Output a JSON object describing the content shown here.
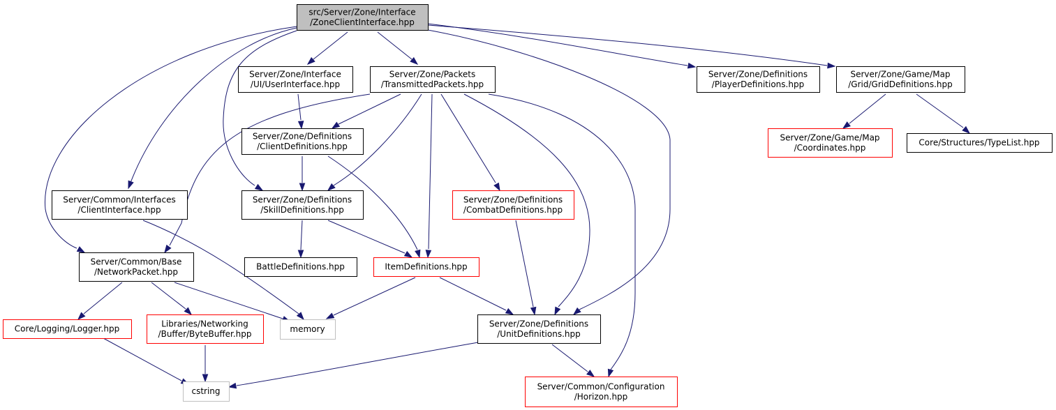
{
  "colors": {
    "edge": "#191970",
    "focus_fill": "#bfbfbf",
    "border_normal": "#000000",
    "border_truncated": "#ff0000",
    "border_system": "#bfbfbf"
  },
  "nodes": [
    {
      "id": "zci",
      "kind": "focus",
      "lines": [
        "src/Server/Zone/Interface",
        "/ZoneClientInterface.hpp"
      ]
    },
    {
      "id": "ui",
      "kind": "normal",
      "lines": [
        "Server/Zone/Interface",
        "/UI/UserInterface.hpp"
      ]
    },
    {
      "id": "tp",
      "kind": "normal",
      "lines": [
        "Server/Zone/Packets",
        "/TransmittedPackets.hpp"
      ]
    },
    {
      "id": "pd",
      "kind": "normal",
      "lines": [
        "Server/Zone/Definitions",
        "/PlayerDefinitions.hpp"
      ]
    },
    {
      "id": "gd",
      "kind": "normal",
      "lines": [
        "Server/Zone/Game/Map",
        "/Grid/GridDefinitions.hpp"
      ]
    },
    {
      "id": "cd",
      "kind": "normal",
      "lines": [
        "Server/Zone/Definitions",
        "/ClientDefinitions.hpp"
      ]
    },
    {
      "id": "coord",
      "kind": "truncated",
      "lines": [
        "Server/Zone/Game/Map",
        "/Coordinates.hpp"
      ]
    },
    {
      "id": "tl",
      "kind": "normal",
      "lines": [
        "Core/Structures/TypeList.hpp"
      ]
    },
    {
      "id": "ci",
      "kind": "normal",
      "lines": [
        "Server/Common/Interfaces",
        "/ClientInterface.hpp"
      ]
    },
    {
      "id": "sd",
      "kind": "normal",
      "lines": [
        "Server/Zone/Definitions",
        "/SkillDefinitions.hpp"
      ]
    },
    {
      "id": "cbd",
      "kind": "truncated",
      "lines": [
        "Server/Zone/Definitions",
        "/CombatDefinitions.hpp"
      ]
    },
    {
      "id": "np",
      "kind": "normal",
      "lines": [
        "Server/Common/Base",
        "/NetworkPacket.hpp"
      ]
    },
    {
      "id": "bd",
      "kind": "normal",
      "lines": [
        "BattleDefinitions.hpp"
      ]
    },
    {
      "id": "id",
      "kind": "truncated",
      "lines": [
        "ItemDefinitions.hpp"
      ]
    },
    {
      "id": "log",
      "kind": "truncated",
      "lines": [
        "Core/Logging/Logger.hpp"
      ]
    },
    {
      "id": "bb",
      "kind": "truncated",
      "lines": [
        "Libraries/Networking",
        "/Buffer/ByteBuffer.hpp"
      ]
    },
    {
      "id": "mem",
      "kind": "system",
      "lines": [
        "memory"
      ]
    },
    {
      "id": "ud",
      "kind": "normal",
      "lines": [
        "Server/Zone/Definitions",
        "/UnitDefinitions.hpp"
      ]
    },
    {
      "id": "cs",
      "kind": "system",
      "lines": [
        "cstring"
      ]
    },
    {
      "id": "hz",
      "kind": "truncated",
      "lines": [
        "Server/Common/Configuration",
        "/Horizon.hpp"
      ]
    }
  ],
  "edges": [
    [
      "zci",
      "ui"
    ],
    [
      "zci",
      "tp"
    ],
    [
      "zci",
      "pd"
    ],
    [
      "zci",
      "gd"
    ],
    [
      "zci",
      "ci"
    ],
    [
      "zci",
      "np"
    ],
    [
      "zci",
      "sd"
    ],
    [
      "zci",
      "ud"
    ],
    [
      "ui",
      "cd"
    ],
    [
      "tp",
      "cd"
    ],
    [
      "tp",
      "sd"
    ],
    [
      "tp",
      "cbd"
    ],
    [
      "tp",
      "np"
    ],
    [
      "tp",
      "id"
    ],
    [
      "tp",
      "ud"
    ],
    [
      "tp",
      "hz"
    ],
    [
      "gd",
      "coord"
    ],
    [
      "gd",
      "tl"
    ],
    [
      "cd",
      "sd"
    ],
    [
      "cd",
      "id"
    ],
    [
      "ci",
      "mem"
    ],
    [
      "sd",
      "bd"
    ],
    [
      "sd",
      "id"
    ],
    [
      "cbd",
      "ud"
    ],
    [
      "np",
      "log"
    ],
    [
      "np",
      "bb"
    ],
    [
      "np",
      "mem"
    ],
    [
      "id",
      "mem"
    ],
    [
      "id",
      "ud"
    ],
    [
      "log",
      "cs"
    ],
    [
      "bb",
      "cs"
    ],
    [
      "ud",
      "cs"
    ],
    [
      "ud",
      "hz"
    ]
  ]
}
